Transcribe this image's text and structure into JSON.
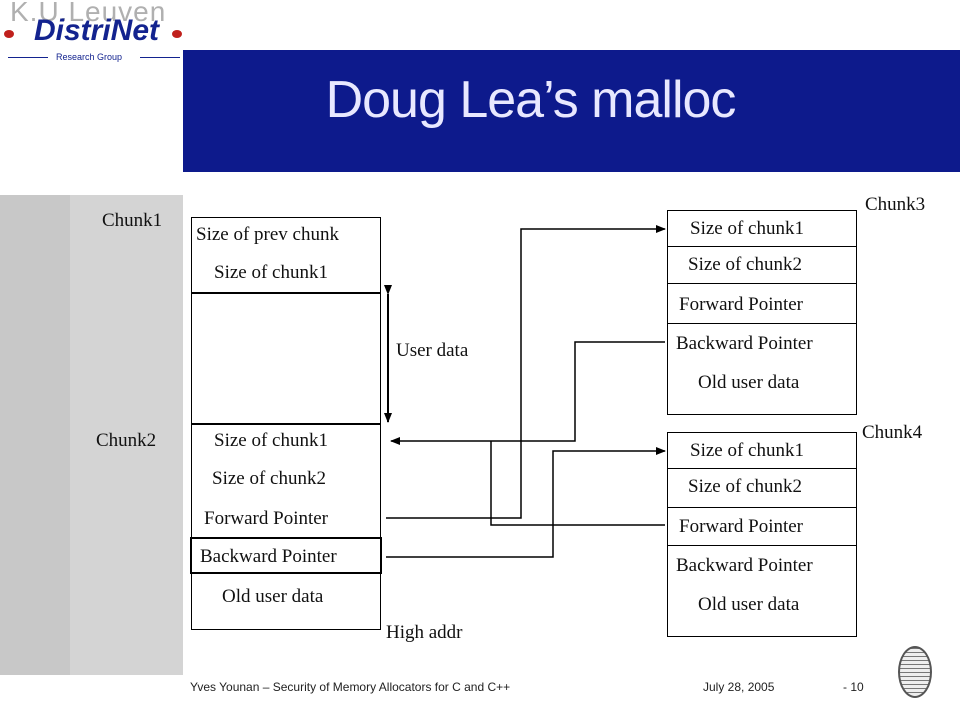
{
  "logo": {
    "university": "K.U.Leuven",
    "name": "DistriNet",
    "subtitle": "Research Group"
  },
  "slide": {
    "title": "Doug Lea’s malloc"
  },
  "diagram": {
    "chunk1": {
      "label": "Chunk1",
      "fields": [
        "Size of prev chunk",
        "Size of chunk1"
      ],
      "user_data_label": "User data"
    },
    "chunk2": {
      "label": "Chunk2",
      "fields": [
        "Size of chunk1",
        "Size of chunk2",
        "Forward Pointer",
        "Backward Pointer",
        "Old user data"
      ],
      "high_addr_label": "High addr"
    },
    "chunk3": {
      "label": "Chunk3",
      "fields": [
        "Size of chunk1",
        "Size of chunk2",
        "Forward Pointer",
        "Backward Pointer",
        "Old user data"
      ]
    },
    "chunk4": {
      "label": "Chunk4",
      "fields": [
        "Size of chunk1",
        "Size of chunk2",
        "Forward Pointer",
        "Backward Pointer",
        "Old user data"
      ]
    }
  },
  "footer": {
    "author": "Yves Younan – Security of Memory Allocators for C and C++",
    "date": "July 28, 2005",
    "page": "-    10"
  }
}
